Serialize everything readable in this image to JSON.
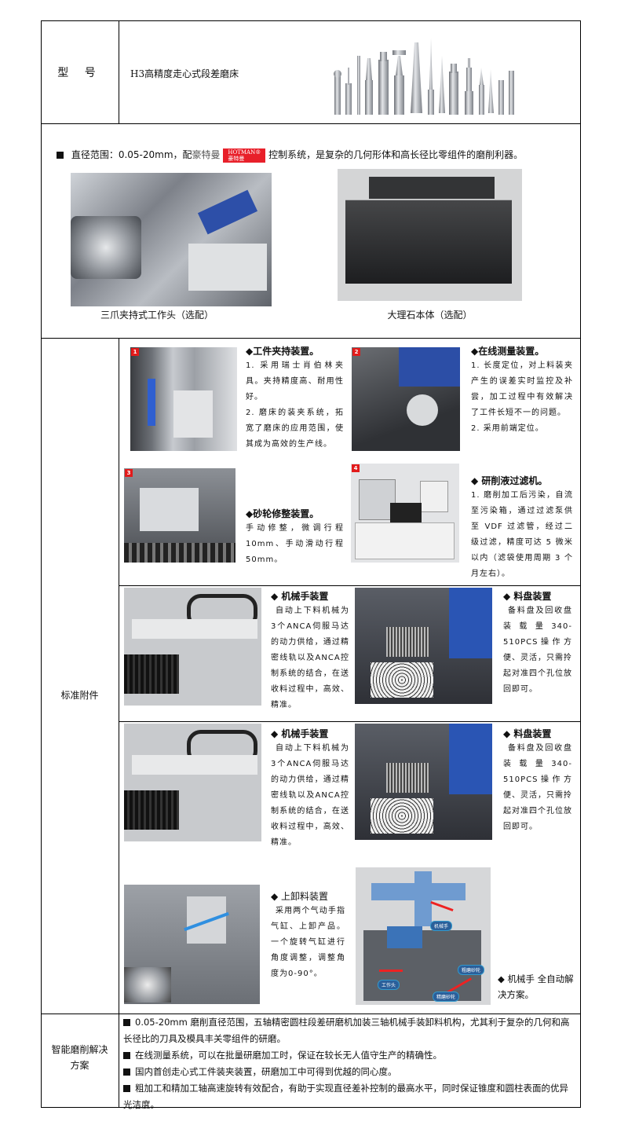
{
  "model_row": {
    "label": "型 号",
    "value": "H3高精度走心式段差磨床",
    "image": "cutting-tools-product-lineup"
  },
  "intro": {
    "prefix": "直径范围：0.05-20mm，配",
    "brand_cn": "豪特曼",
    "brand_logo_en": "HOTMAN®",
    "brand_logo_cn": "豪特曼",
    "suffix": "控制系统，是复杂的几何形体和高长径比零组件的磨削利器。",
    "brand_color": "#e8202a",
    "images": [
      {
        "caption": "三爪夹持式工作头（选配）"
      },
      {
        "caption": "大理石本体（选配）"
      }
    ]
  },
  "standard_accessories": {
    "label": "标准附件",
    "features": [
      {
        "number": "1",
        "title": "◆工件夹持装置。",
        "lines": [
          "1. 采用瑞士肖伯林夹具。夹持精度高、耐用性好。",
          "2. 磨床的装夹系统，拓宽了磨床的应用范围，使其成为高效的生产线。"
        ]
      },
      {
        "number": "2",
        "title": "◆在线测量装置。",
        "lines": [
          "1. 长度定位，对上料装夹产生的误差实时监控及补尝，加工过程中有效解决了工件长短不一的问题。",
          "2. 采用前端定位。"
        ]
      },
      {
        "number": "3",
        "title": "◆砂轮修整装置。",
        "lines": [
          "手动修整，微调行程10mm、手动滑动行程50mm。"
        ]
      },
      {
        "number": "4",
        "title": "◆ 研削液过滤机。",
        "lines": [
          "1. 磨削加工后污染，自流至污染箱，通过过滤泵供至 VDF 过滤管，经过二级过滤，精度可达 5 微米以内（滤袋使用周期 3 个月左右）。"
        ]
      }
    ],
    "robot_rows": [
      {
        "robot": {
          "title": "◆ 机械手装置",
          "text": "自动上下料机械为3个ANCA伺服马达的动力供给，通过精密线轨以及ANCA控制系统的结合，在送收料过程中，高效、精准。"
        },
        "tray": {
          "title": "◆ 料盘装置",
          "text": "备料盘及回收盘装载量340-510PCS操作方便、灵活，只需拎起对准四个孔位放回即可。"
        }
      },
      {
        "robot": {
          "title": "◆ 机械手装置",
          "text": "自动上下料机械为3个ANCA伺服马达的动力供给，通过精密线轨以及ANCA控制系统的结合，在送收料过程中，高效、精准。"
        },
        "tray": {
          "title": "◆ 料盘装置",
          "text": "备料盘及回收盘装载量340-510PCS操作方便、灵活，只需拎起对准四个孔位放回即可。"
        }
      }
    ],
    "loader": {
      "title": "◆ 上卸料装置",
      "text": "采用两个气动手指气缸、上卸产品。一个旋转气缸进行角度调整，调整角度为0-90°。"
    },
    "automation": {
      "caption": "◆ 机械手 全自动解决方案。",
      "diagram_labels": [
        "机械手",
        "工作头",
        "粗磨砂轮",
        "精磨砂轮"
      ]
    }
  },
  "solution": {
    "label_line1": "智能磨削解决",
    "label_line2": "方案",
    "items": [
      "0.05-20mm 磨削直径范围，五轴精密圆柱段差研磨机加装三轴机械手装卸料机构，尤其利于复杂的几何和高长径比的刀具及模具丰关零组件的研磨。",
      "在线测量系统，可以在批量研磨加工时，保证在较长无人值守生产的精确性。",
      "国内首创走心式工件装夹装置，研磨加工中可得到优越的同心度。",
      "粗加工和精加工轴高速旋转有效配合，有助于实现直径差补控制的最高水平，同时保证锥度和圆柱表面的优异光洁度。"
    ]
  }
}
